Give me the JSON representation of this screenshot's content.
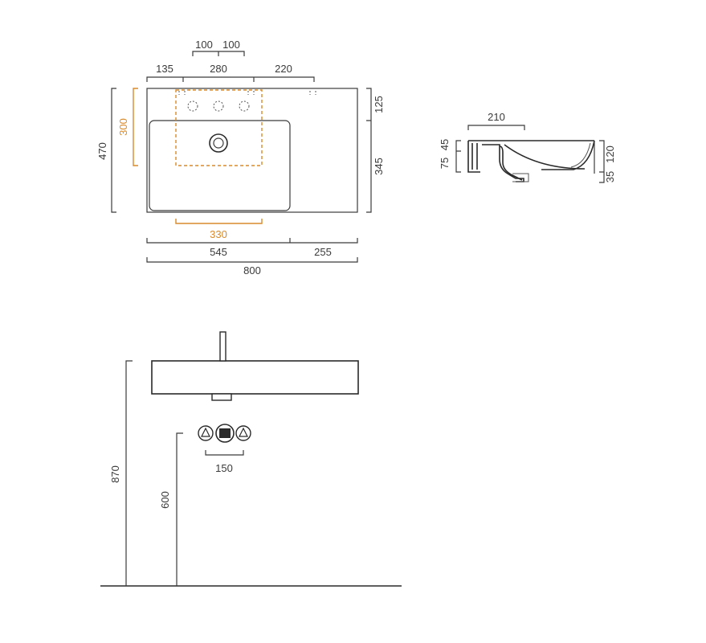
{
  "top_view": {
    "dims": {
      "hole_left": "100",
      "hole_right": "100",
      "left_edge": "135",
      "tap_span": "280",
      "right_deck": "220",
      "depth_back": "125",
      "depth_front": "345",
      "total_depth": "470",
      "basin_depth": "300",
      "basin_width": "330",
      "basin_side": "545",
      "deck_side": "255",
      "total_width": "800"
    }
  },
  "section_view": {
    "dims": {
      "inner_width": "210",
      "h45": "45",
      "h75": "75",
      "h120": "120",
      "h35": "35"
    }
  },
  "front_view": {
    "dims": {
      "install_height": "870",
      "supply_height": "600",
      "valve_spacing": "150"
    }
  },
  "colors": {
    "line": "#3b3b3b",
    "accent": "#d98a2b"
  }
}
